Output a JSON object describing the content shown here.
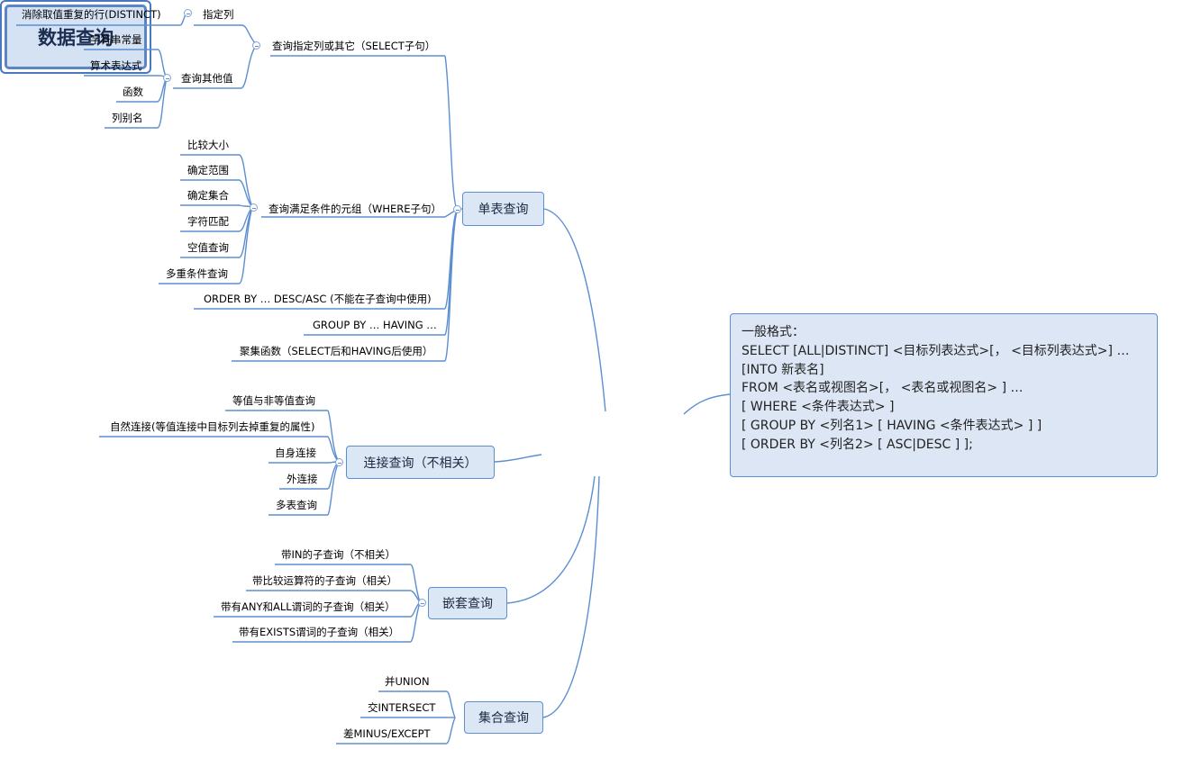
{
  "central": {
    "title": "数据查询"
  },
  "branches": {
    "single": {
      "label": "单表查询",
      "select": {
        "label": "查询指定列或其它（SELECT子句）",
        "specify": {
          "label": "指定列",
          "child": "消除取值重复的行(DISTINCT)"
        },
        "other": {
          "label": "查询其他值",
          "children": [
            "字符串常量",
            "算术表达式",
            "函数",
            "列别名"
          ]
        }
      },
      "where": {
        "label": "查询满足条件的元组（WHERE子句）",
        "children": [
          "比较大小",
          "确定范围",
          "确定集合",
          "字符匹配",
          "空值查询",
          "多重条件查询"
        ]
      },
      "order_by": "ORDER BY  …  DESC/ASC (不能在子查询中使用)",
      "group_by": "GROUP BY … HAVING …",
      "aggregate": "聚集函数（SELECT后和HAVING后使用）"
    },
    "join": {
      "label": "连接查询（不相关）",
      "children": [
        "等值与非等值查询",
        "自然连接(等值连接中目标列去掉重复的属性)",
        "自身连接",
        "外连接",
        "多表查询"
      ]
    },
    "nested": {
      "label": "嵌套查询",
      "children": [
        "带IN的子查询（不相关）",
        "带比较运算符的子查询（相关）",
        "带有ANY和ALL谓词的子查询（相关）",
        "带有EXISTS谓词的子查询（相关）"
      ]
    },
    "set": {
      "label": "集合查询",
      "children": [
        "并UNION",
        "交INTERSECT",
        "差MINUS/EXCEPT"
      ]
    }
  },
  "note": {
    "lines": [
      "一般格式：",
      "SELECT [ALL|DISTINCT] <目标列表达式>[， <目标列表达式>] …",
      "[INTO 新表名]",
      "FROM <表名或视图名>[，  <表名或视图名> ] …",
      "[ WHERE <条件表达式> ]",
      "[ GROUP BY <列名1> [ HAVING <条件表达式> ] ]",
      "[ ORDER BY <列名2> [ ASC|DESC ] ];"
    ]
  },
  "colors": {
    "line": "#5b8fd0",
    "node_fill": "#dce7f5",
    "node_border": "#5b8fd0"
  }
}
